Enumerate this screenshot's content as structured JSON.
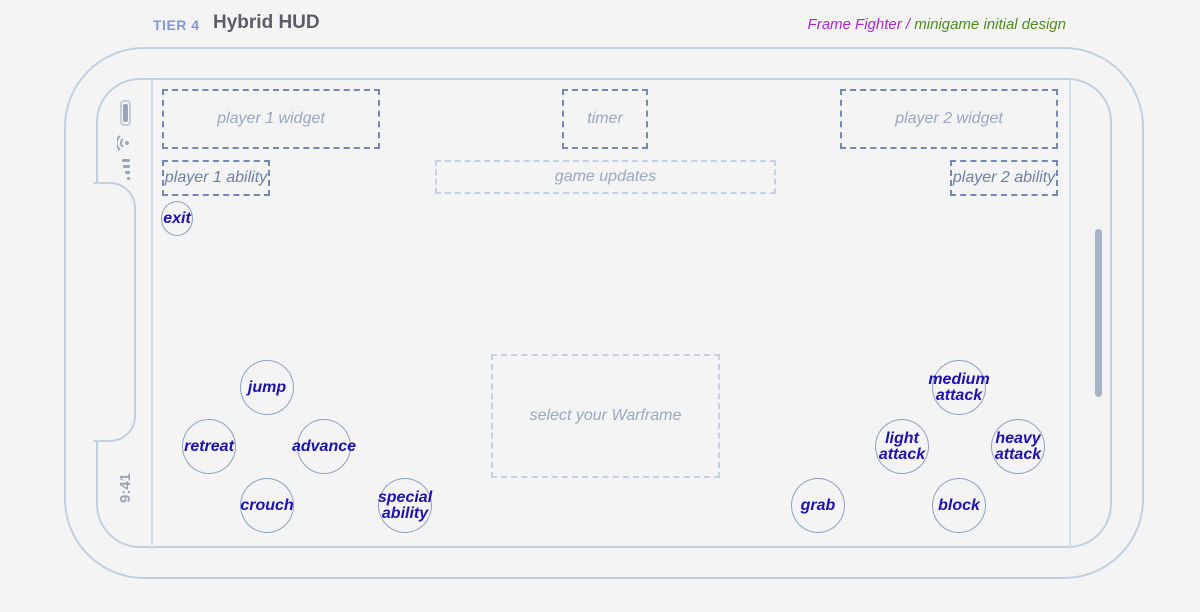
{
  "header": {
    "tier": "TIER 4",
    "title": "Hybrid HUD",
    "credit_game": "Frame Fighter /",
    "credit_doc": " minigame initial design"
  },
  "status_bar": {
    "time": "9:41"
  },
  "hud": {
    "player1_widget": "player 1 widget",
    "timer": "timer",
    "player2_widget": "player 2 widget",
    "player1_ability": "player 1 ability",
    "game_updates": "game updates",
    "player2_ability": "player 2 ability",
    "exit": "exit",
    "select_warframe": "select your Warframe"
  },
  "controls": {
    "jump": "jump",
    "retreat": "retreat",
    "advance": "advance",
    "crouch": "crouch",
    "special_ability": "special\nability",
    "grab": "grab",
    "medium_attack": "medium\nattack",
    "light_attack": "light\nattack",
    "heavy_attack": "heavy\nattack",
    "block": "block"
  },
  "colors": {
    "button_text": "#1a12b5",
    "credit_game": "#b026d8",
    "credit_doc": "#4d8c1a",
    "tier": "#7f98dd"
  },
  "icons": [
    "battery-icon",
    "wifi-icon",
    "signal-icon"
  ]
}
